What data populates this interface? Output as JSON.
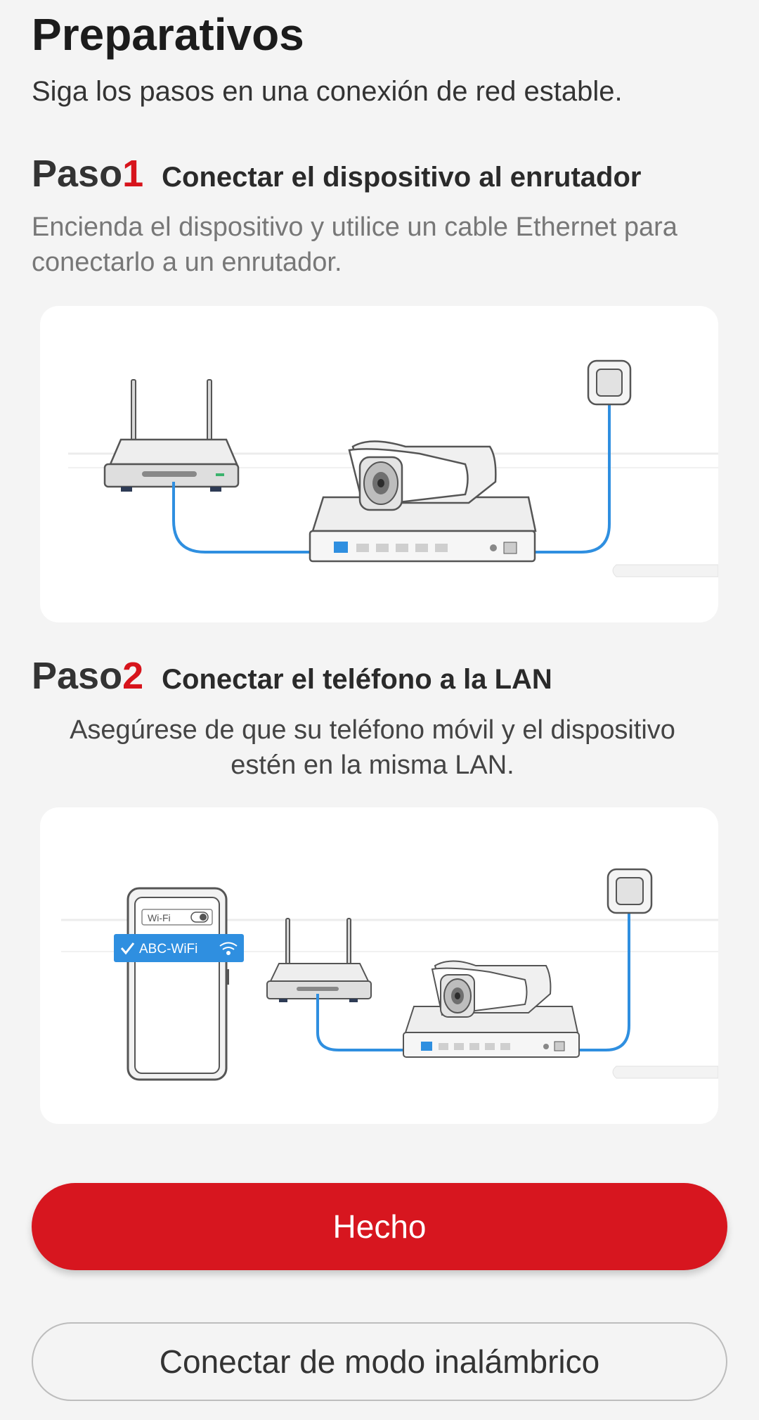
{
  "page": {
    "title": "Preparativos",
    "subtitle": "Siga los pasos en una conexión de red estable."
  },
  "steps": [
    {
      "word": "Paso",
      "number": "1",
      "title": "Conectar el dispositivo al enrutador",
      "description": "Encienda el dispositivo y utilice un cable Ethernet para conectarlo a un enrutador."
    },
    {
      "word": "Paso",
      "number": "2",
      "title": "Conectar el teléfono a la LAN",
      "description": "Asegúrese de que su teléfono móvil y el dispositivo estén en la misma LAN."
    }
  ],
  "illustration2": {
    "wifi_label": "Wi-Fi",
    "network_name": "ABC-WiFi"
  },
  "buttons": {
    "done": "Hecho",
    "wireless": "Conectar de modo inalámbrico"
  },
  "colors": {
    "accent": "#d7161f",
    "cable": "#2f8fe0"
  },
  "icons": [
    "router-icon",
    "camera-icon",
    "nvr-icon",
    "power-outlet-icon",
    "phone-icon",
    "wifi-icon",
    "check-icon"
  ]
}
